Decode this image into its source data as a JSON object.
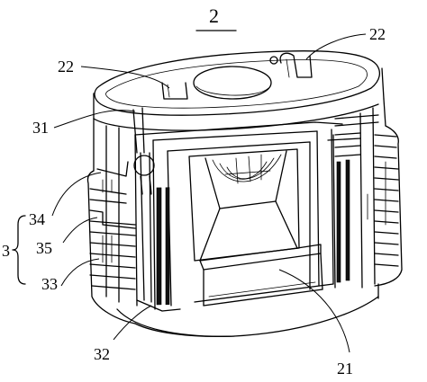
{
  "figure_number": "2",
  "labels": {
    "part_22_left": "22",
    "part_22_right": "22",
    "part_31": "31",
    "part_34": "34",
    "part_3": "3",
    "part_35": "35",
    "part_33": "33",
    "part_32": "32",
    "part_21": "21"
  }
}
